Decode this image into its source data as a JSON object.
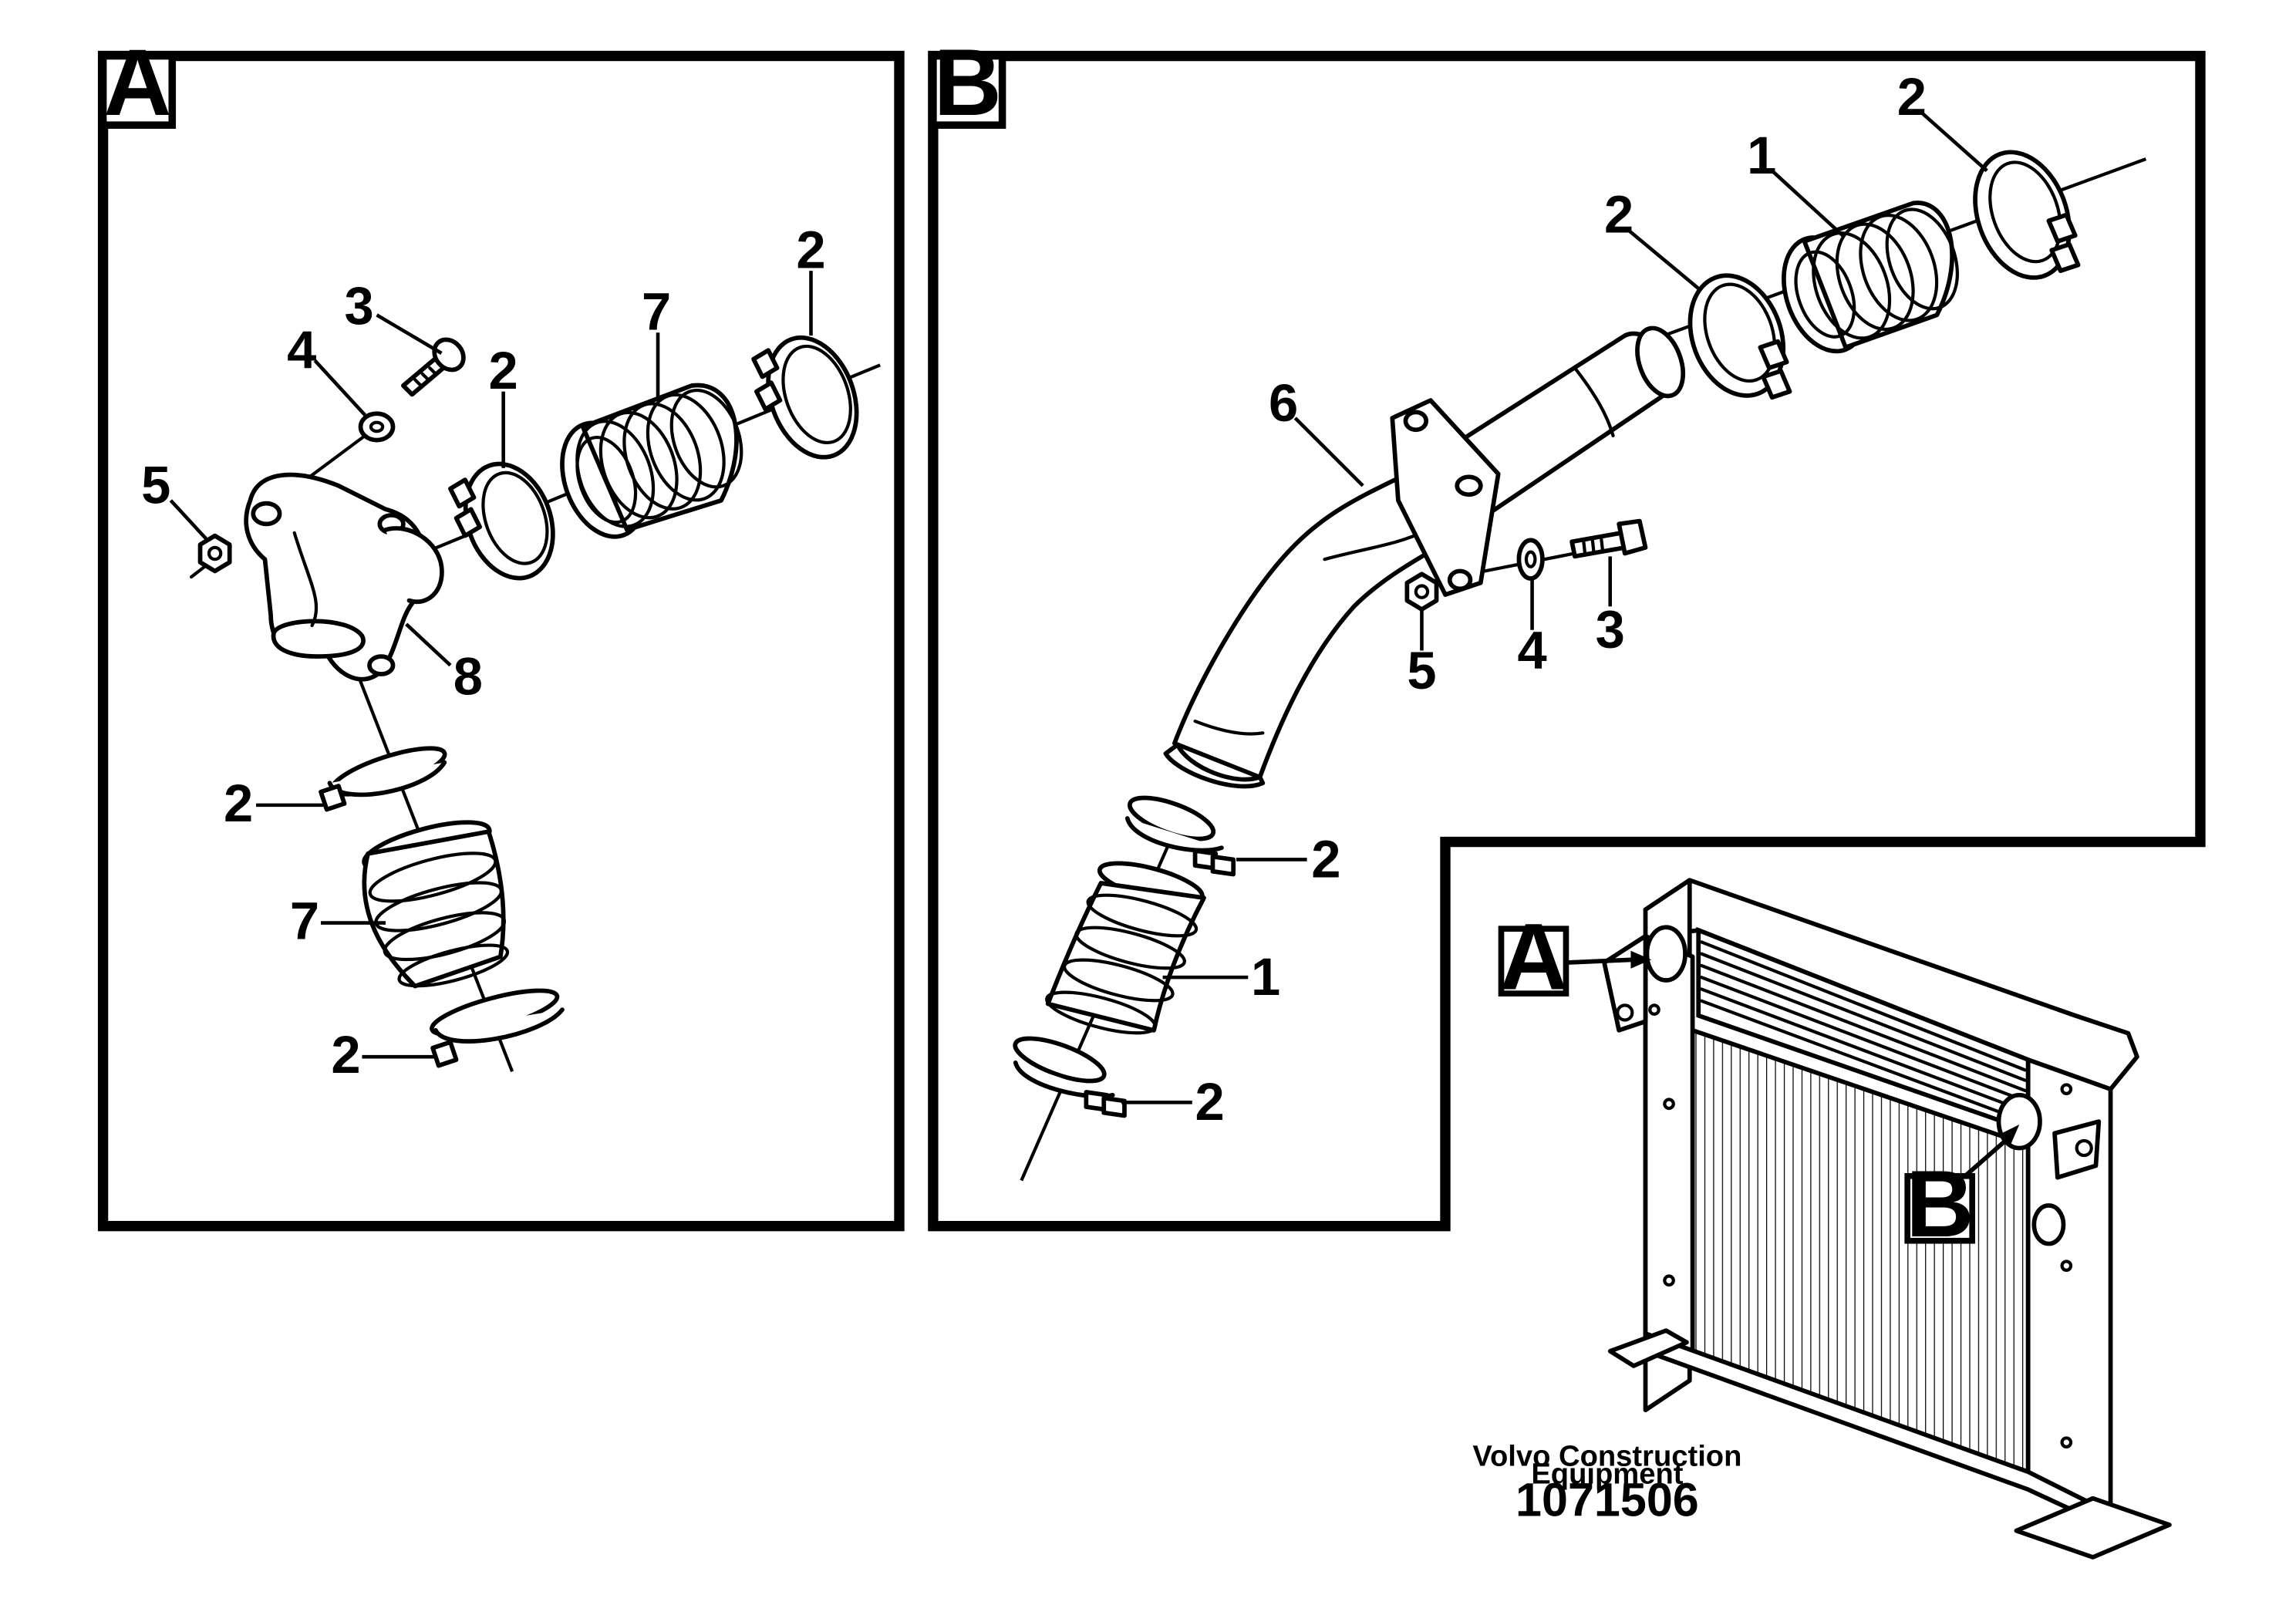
{
  "panel_a": {
    "label": "A"
  },
  "panel_b": {
    "label": "B"
  },
  "locator": {
    "label_a": "A",
    "label_b": "B"
  },
  "callouts_a": [
    "3",
    "4",
    "5",
    "7",
    "2",
    "2",
    "8",
    "2",
    "7",
    "2"
  ],
  "callouts_b": [
    "2",
    "1",
    "2",
    "6",
    "5",
    "4",
    "3",
    "2",
    "1",
    "2"
  ],
  "footer": {
    "company_line1": "Volvo Construction",
    "company_line2": "Equipment",
    "drawing_number": "1071506"
  }
}
